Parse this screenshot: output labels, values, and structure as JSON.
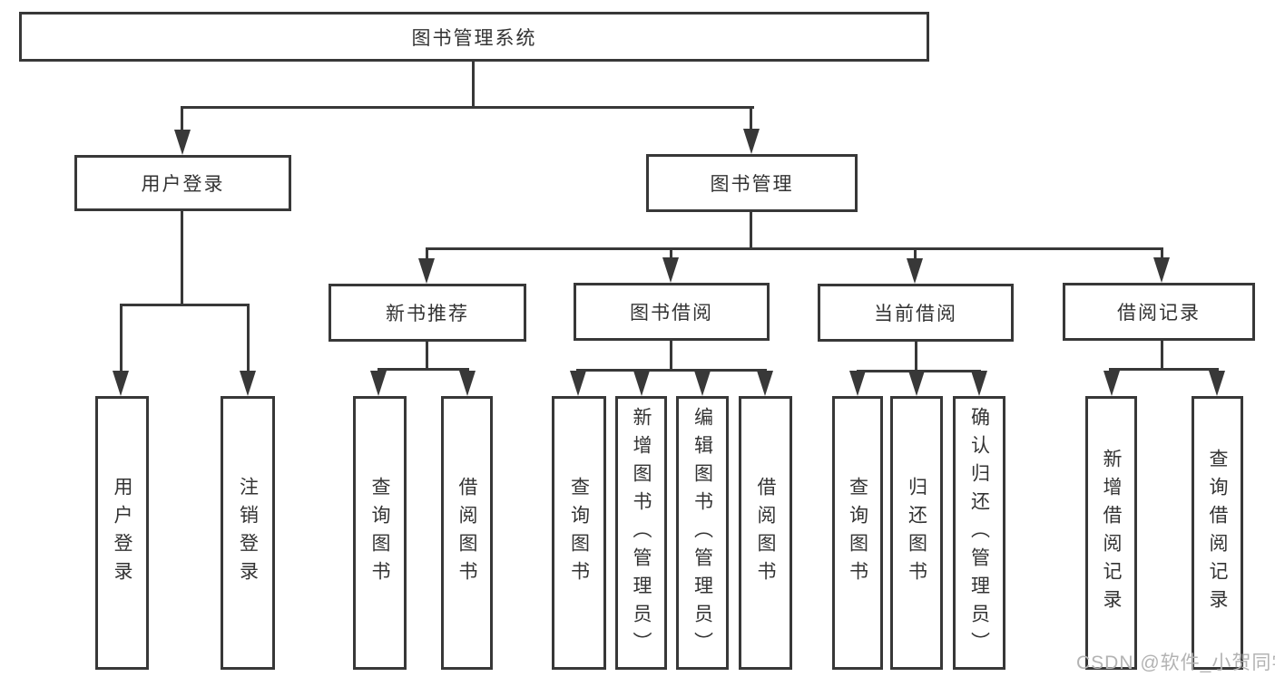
{
  "tree": {
    "root": {
      "label": "图书管理系统"
    },
    "children": [
      {
        "label": "用户登录",
        "children": [
          {
            "label": "用户登录"
          },
          {
            "label": "注销登录"
          }
        ]
      },
      {
        "label": "图书管理",
        "children": [
          {
            "label": "新书推荐",
            "children": [
              {
                "label": "查询图书"
              },
              {
                "label": "借阅图书"
              }
            ]
          },
          {
            "label": "图书借阅",
            "children": [
              {
                "label": "查询图书"
              },
              {
                "label": "新增图书（管理员）"
              },
              {
                "label": "编辑图书（管理员）"
              },
              {
                "label": "借阅图书"
              }
            ]
          },
          {
            "label": "当前借阅",
            "children": [
              {
                "label": "查询图书"
              },
              {
                "label": "归还图书"
              },
              {
                "label": "确认归还（管理员）"
              }
            ]
          },
          {
            "label": "借阅记录",
            "children": [
              {
                "label": "新增借阅记录"
              },
              {
                "label": "查询借阅记录"
              }
            ]
          }
        ]
      }
    ]
  },
  "watermark": {
    "text": "CSDN @软件_小贺同学"
  },
  "colors": {
    "line": "#383838",
    "text": "#333333",
    "box_bg": "#ffffff",
    "background": "#ffffff",
    "watermark": "#b3b3b3"
  }
}
